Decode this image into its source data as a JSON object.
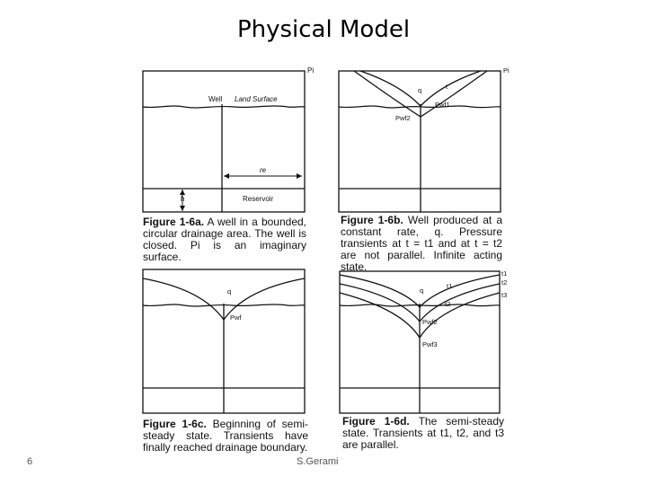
{
  "slide": {
    "title": "Physical Model",
    "number": "6",
    "author": "S.Gerami"
  },
  "figures": {
    "a": {
      "labels": {
        "pi": "Pi",
        "well": "Well",
        "land_surface": "Land Surface",
        "re": "re",
        "h": "h",
        "reservoir": "Reservoir"
      },
      "caption_label": "Figure 1-6a.",
      "caption_text": " A well in a bounded, circular drainage area. The well is closed. Pi is an imaginary surface."
    },
    "b": {
      "labels": {
        "pi": "Pi",
        "q": "q",
        "t": "t",
        "pwf1": "Pwf1",
        "pwf2": "Pwf2"
      },
      "caption_label": "Figure 1-6b.",
      "caption_text": " Well produced at a constant rate, q. Pressure transients at t = t1 and at t = t2 are not parallel. Infinite acting state."
    },
    "c": {
      "labels": {
        "q": "q",
        "pwf": "Pwf"
      },
      "caption_label": "Figure 1-6c.",
      "caption_text": " Beginning of semi-steady state. Transients have finally reached drainage boundary."
    },
    "d": {
      "labels": {
        "t1_top": "t1",
        "t2_top": "t2",
        "t3": "t3",
        "q": "q",
        "t1": "t1",
        "t2": "t2",
        "pwf2": "Pwf2",
        "pwf3": "Pwf3"
      },
      "caption_label": "Figure 1-6d.",
      "caption_text": " The semi-steady state. Transients at t1, t2, and t3 are parallel."
    }
  }
}
